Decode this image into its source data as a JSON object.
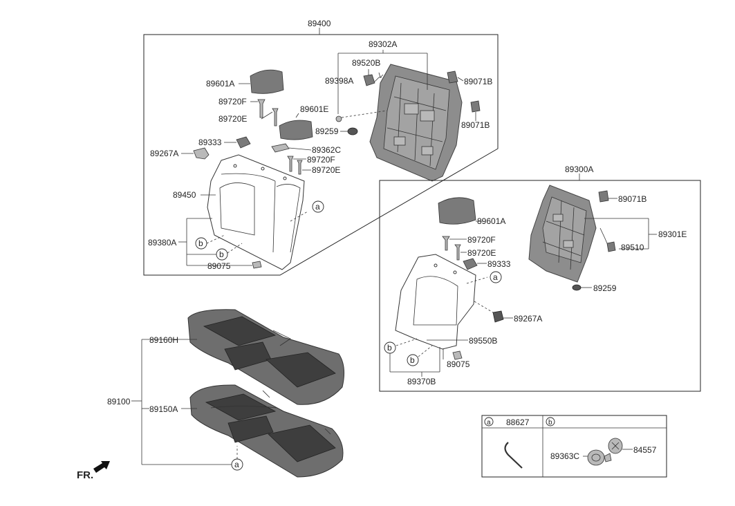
{
  "labels": {
    "p89400": "89400",
    "p89302A": "89302A",
    "p89520B": "89520B",
    "p89398A": "89398A",
    "p89071B_1": "89071B",
    "p89071B_2": "89071B",
    "p89601A_1": "89601A",
    "p89720F_1": "89720F",
    "p89720E_1": "89720E",
    "p89601E": "89601E",
    "p89259_1": "89259",
    "p89333_1": "89333",
    "p89267A_1": "89267A",
    "p89362C": "89362C",
    "p89720F_2": "89720F",
    "p89720E_2": "89720E",
    "p89450": "89450",
    "p89380A": "89380A",
    "p89075_1": "89075",
    "p89300A": "89300A",
    "p89071B_3": "89071B",
    "p89301E": "89301E",
    "p89510": "89510",
    "p89601A_2": "89601A",
    "p89720F_3": "89720F",
    "p89720E_3": "89720E",
    "p89333_2": "89333",
    "p89259_2": "89259",
    "p89267A_2": "89267A",
    "p89550B": "89550B",
    "p89075_2": "89075",
    "p89370B": "89370B",
    "p89160H": "89160H",
    "p89100": "89100",
    "p89150A": "89150A",
    "p88627": "88627",
    "p89363C": "89363C",
    "p84557": "84557",
    "fr": "FR."
  },
  "callouts": {
    "a": "a",
    "b": "b"
  }
}
